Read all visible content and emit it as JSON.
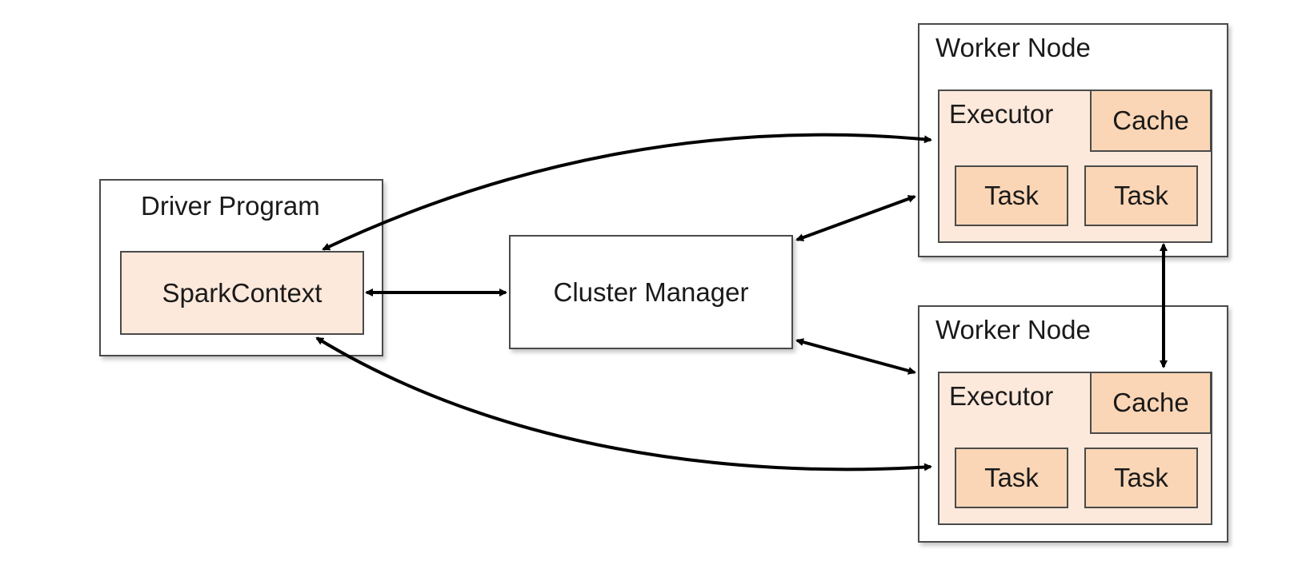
{
  "driver": {
    "title": "Driver Program",
    "context": "SparkContext"
  },
  "cluster_manager": {
    "label": "Cluster Manager"
  },
  "workers": [
    {
      "title": "Worker Node",
      "executor": "Executor",
      "cache": "Cache",
      "tasks": [
        "Task",
        "Task"
      ]
    },
    {
      "title": "Worker Node",
      "executor": "Executor",
      "cache": "Cache",
      "tasks": [
        "Task",
        "Task"
      ]
    }
  ],
  "colors": {
    "border": "#4a4a4a",
    "executor_fill": "#fde9db",
    "task_fill": "#fbd6b6",
    "context_fill": "#fde9db",
    "arrow": "#000000"
  }
}
